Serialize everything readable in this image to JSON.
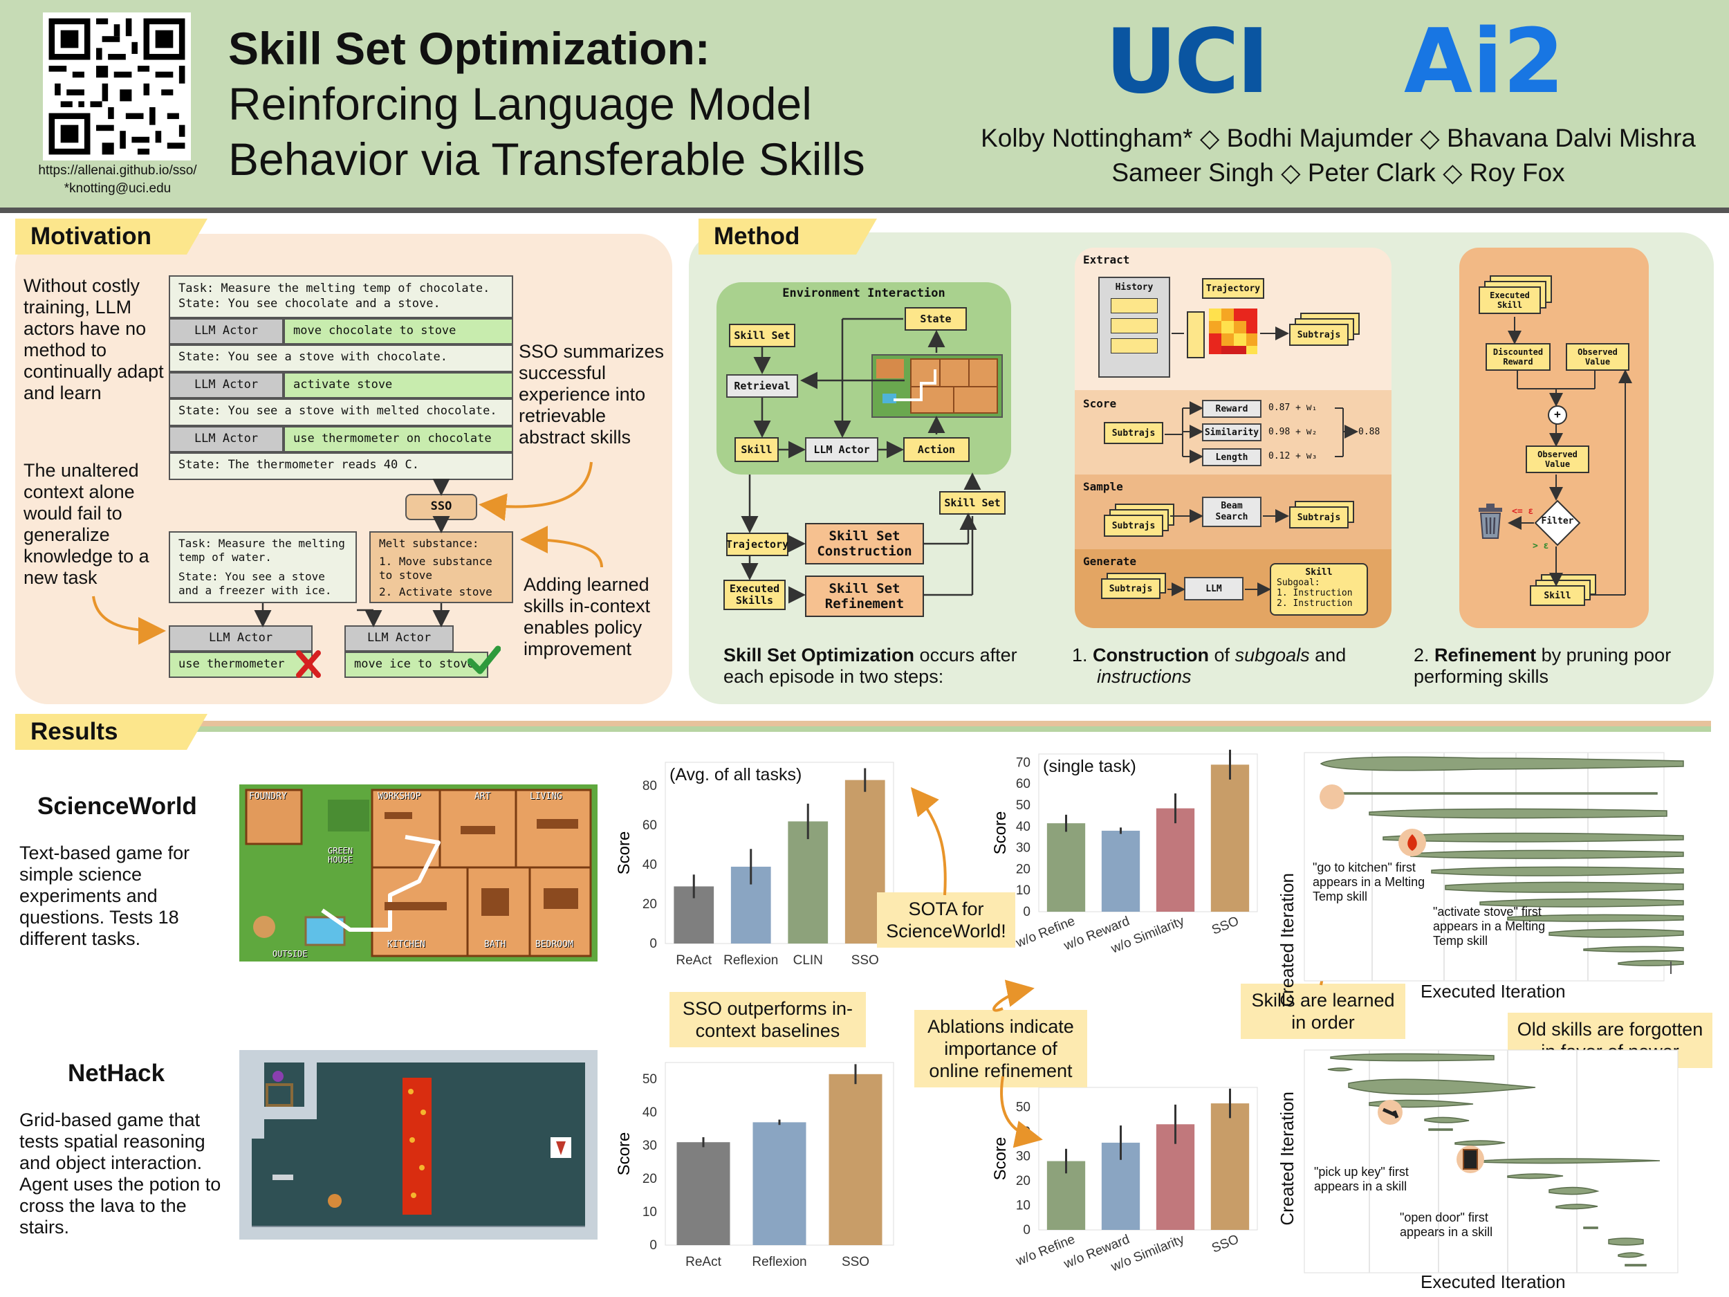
{
  "header": {
    "qr_url": "https://allenai.github.io/sso/",
    "email": "*knotting@uci.edu",
    "title_line1": "Skill Set Optimization:",
    "title_line2": "Reinforcing Language Model",
    "title_line3": "Behavior via Transferable Skills",
    "logo_left": "UCI",
    "logo_right": "Ai2",
    "authors_line1": "Kolby Nottingham* ◇ Bodhi Majumder ◇ Bhavana Dalvi Mishra",
    "authors_line2": "Sameer Singh ◇ Peter Clark ◇ Roy Fox"
  },
  "colors": {
    "header_bg": "#c6dbb5",
    "tab": "#fce68c",
    "motivation_bg": "#fbe9d8",
    "method_bg": "#e4eedb",
    "accent_orange": "#e8942a"
  },
  "motivation": {
    "tab": "Motivation",
    "left_text_1": "Without costly training, LLM actors have no method to continually adapt and learn",
    "left_text_2": "The unaltered context alone would fail to generalize knowledge to a new task",
    "right_text_1": "SSO summarizes successful experience into retrievable abstract skills",
    "right_text_2": "Adding learned skills in-context enables policy improvement",
    "trace_task": "Task: Measure the melting temp of chocolate.",
    "trace_state0": "State: You see chocolate and a stove.",
    "actor_label": "LLM Actor",
    "action1": "move chocolate to stove",
    "state1": "State: You see a stove with chocolate.",
    "action2": "activate stove",
    "state2": "State: You see a stove with melted chocolate.",
    "action3": "use thermometer on chocolate",
    "state3": "State: The thermometer reads 40 C.",
    "sso_label": "SSO",
    "new_task_1": "Task: Measure the melting",
    "new_task_2": "temp of water.",
    "new_state_1": "State: You see a stove",
    "new_state_2": "and  a freezer with ice.",
    "skill_title": "Melt substance:",
    "skill_step1a": "1. Move substance",
    "skill_step1b": "to stove",
    "skill_step2": "2. Activate stove",
    "fail_action": "use thermometer",
    "success_action": "move ice to stove",
    "fail_icon": "cross-icon",
    "success_icon": "check-icon"
  },
  "method": {
    "tab": "Method",
    "env_title": "Environment Interaction",
    "skill_set": "Skill Set",
    "retrieval": "Retrieval",
    "state": "State",
    "skill": "Skill",
    "llm_actor": "LLM Actor",
    "action": "Action",
    "trajectory": "Trajectory",
    "executed_skills_1": "Executed",
    "executed_skills_2": "Skills",
    "construction_1": "Skill Set",
    "construction_2": "Construction",
    "refinement_1": "Skill Set",
    "refinement_2": "Refinement",
    "skill_set_out": "Skill Set",
    "caption_left_bold": "Skill Set Optimization",
    "caption_left_rest": " occurs after each episode in two steps:",
    "extract": "Extract",
    "history": "History",
    "subtrajs": "Subtrajs",
    "score": "Score",
    "reward": "Reward",
    "similarity": "Similarity",
    "length": "Length",
    "reward_val": "0.87 + w₁",
    "similarity_val": "0.98 + w₂",
    "length_val": "0.12 + w₃",
    "total_val": "0.88",
    "sample": "Sample",
    "beam_1": "Beam",
    "beam_2": "Search",
    "generate": "Generate",
    "llm": "LLM",
    "gen_skill": "Skill",
    "gen_subgoal": "Subgoal:",
    "gen_instr1": "1. Instruction",
    "gen_instr2": "2. Instruction",
    "caption_mid_num": "1. ",
    "caption_mid_bold": "Construction",
    "caption_mid_rest1": " of ",
    "caption_mid_it1": "subgoals",
    "caption_mid_rest2": " and",
    "caption_mid_it2": "instructions",
    "executed_skill_1": "Executed",
    "executed_skill_2": "Skill",
    "discounted_1": "Discounted",
    "discounted_2": "Reward",
    "observed_1": "Observed",
    "observed_2": "Value",
    "plus": "+",
    "filter": "Filter",
    "lt_eps": "<= ε",
    "gt_eps": "> ε",
    "skill_out": "Skill",
    "caption_right_num": "2. ",
    "caption_right_bold": "Refinement",
    "caption_right_rest": " by pruning poor performing skills"
  },
  "results": {
    "tab": "Results",
    "scienceworld_title": "ScienceWorld",
    "scienceworld_desc": "Text-based game for simple science experiments and questions. Tests 18 different tasks.",
    "nethack_title": "NetHack",
    "nethack_desc": "Grid-based game that tests spatial reasoning and object interaction. Agent uses the potion to cross the lava to the stairs.",
    "map_labels": [
      "FOUNDRY",
      "WORKSHOP",
      "ART",
      "LIVING",
      "GREEN HOUSE",
      "OUTSIDE",
      "KITCHEN",
      "BATH",
      "BEDROOM"
    ],
    "callout_sota": "SOTA for ScienceWorld!",
    "callout_baselines": "SSO outperforms in-context baselines",
    "callout_ablations": "Ablations indicate importance of online refinement",
    "callout_order": "Skills are learned in order",
    "callout_forgotten": "Old skills are forgotten in favor of newer",
    "violin1_note1": "\"go to kitchen\" first appears in a Melting Temp skill",
    "violin1_note2": "\"activate stove\" first appears in a Melting Temp skill",
    "violin2_note1": "\"pick up key\" first appears in a skill",
    "violin2_note2": "\"open door\" first appears in a skill",
    "violin_xlabel": "Executed Iteration",
    "violin_ylabel": "Created Iteration"
  },
  "chart_data": [
    {
      "type": "bar",
      "title": "(Avg. of all tasks)",
      "ylabel": "Score",
      "categories": [
        "ReAct",
        "Reflexion",
        "CLIN",
        "SSO"
      ],
      "values": [
        29,
        39,
        62,
        83
      ],
      "errors": [
        6,
        9,
        9,
        6
      ],
      "yticks": [
        0,
        20,
        40,
        60,
        80
      ],
      "ylim": [
        0,
        92
      ],
      "colors": [
        "#7f7f7f",
        "#8aa5c2",
        "#8da27b",
        "#c89d68"
      ]
    },
    {
      "type": "bar",
      "title": "(single task)",
      "ylabel": "Score",
      "categories": [
        "w/o Refine",
        "w/o Reward",
        "w/o Similarity",
        "SSO"
      ],
      "values": [
        41.5,
        38,
        48.5,
        69
      ],
      "errors": [
        4,
        1.5,
        7,
        7
      ],
      "yticks": [
        0,
        10,
        20,
        30,
        40,
        50,
        60,
        70
      ],
      "ylim": [
        0,
        74
      ],
      "colors": [
        "#8da27b",
        "#8aa5c2",
        "#c1787c",
        "#c89d68"
      ]
    },
    {
      "type": "bar",
      "title": "",
      "ylabel": "Score",
      "categories": [
        "ReAct",
        "Reflexion",
        "SSO"
      ],
      "values": [
        31,
        37,
        51.5
      ],
      "errors": [
        1.5,
        0.8,
        3
      ],
      "yticks": [
        0,
        10,
        20,
        30,
        40,
        50
      ],
      "ylim": [
        0,
        55
      ],
      "colors": [
        "#7f7f7f",
        "#8aa5c2",
        "#c89d68"
      ]
    },
    {
      "type": "bar",
      "title": "",
      "ylabel": "Score",
      "categories": [
        "w/o Refine",
        "w/o Reward",
        "w/o Similarity",
        "SSO"
      ],
      "values": [
        28,
        35.5,
        43,
        51.5
      ],
      "errors": [
        5,
        7,
        8,
        6
      ],
      "yticks": [
        0,
        10,
        20,
        30,
        40,
        50
      ],
      "ylim": [
        0,
        58
      ],
      "colors": [
        "#8da27b",
        "#8aa5c2",
        "#c1787c",
        "#c89d68"
      ]
    }
  ]
}
